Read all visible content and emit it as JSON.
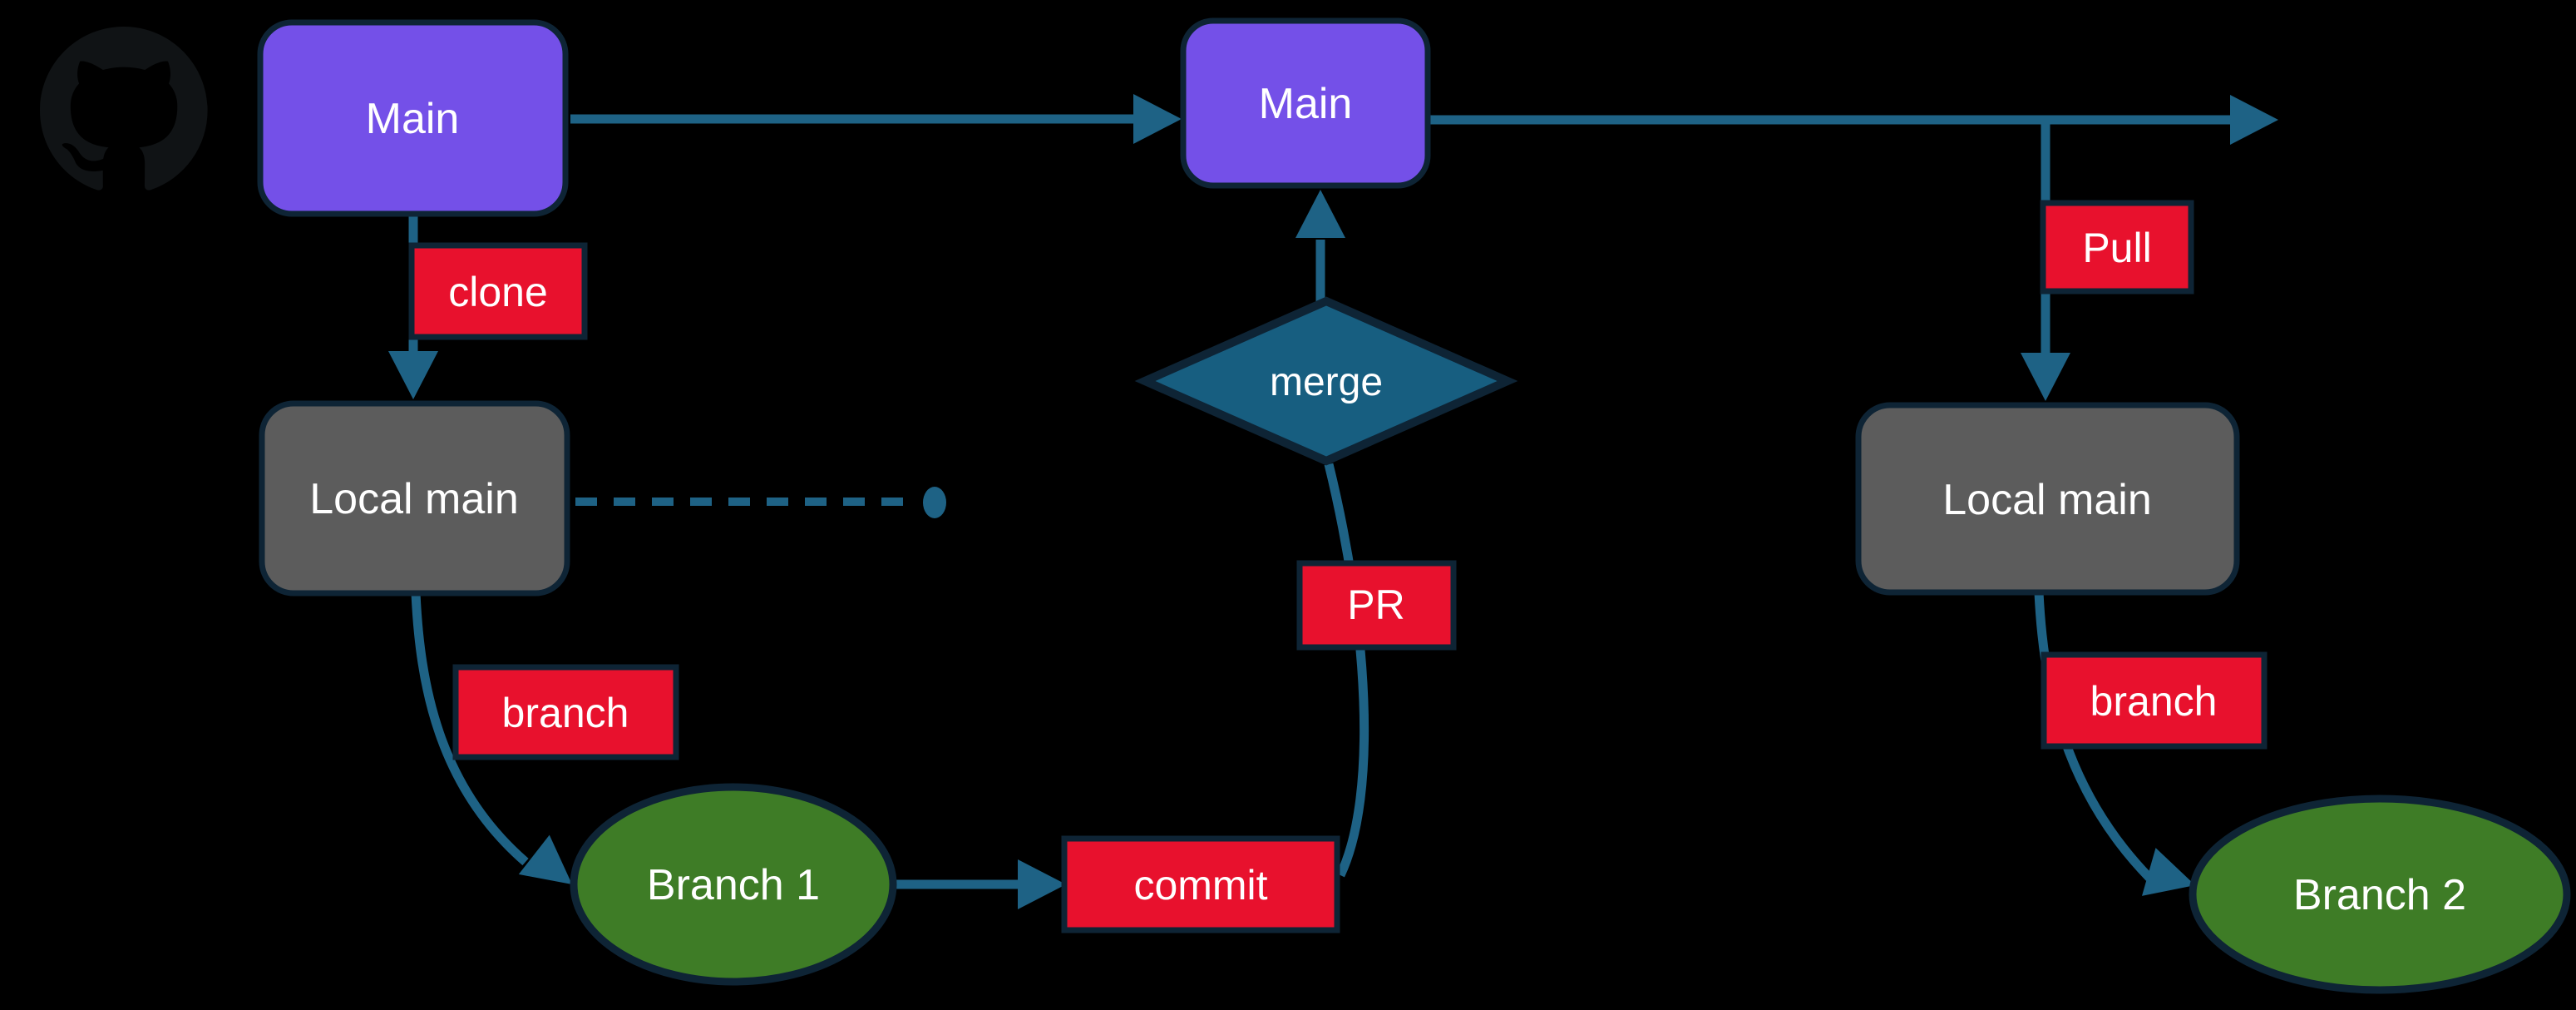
{
  "diagram": {
    "description": "GitHub branching workflow flowchart",
    "nodes": {
      "main_remote_1": {
        "label": "Main"
      },
      "main_remote_2": {
        "label": "Main"
      },
      "local_main_left": {
        "label": "Local main"
      },
      "local_main_right": {
        "label": "Local main"
      },
      "branch_1": {
        "label": "Branch 1"
      },
      "branch_2": {
        "label": "Branch 2"
      },
      "merge": {
        "label": "merge"
      }
    },
    "actions": {
      "clone": {
        "label": "clone"
      },
      "branch_left": {
        "label": "branch"
      },
      "commit": {
        "label": "commit"
      },
      "pr": {
        "label": "PR"
      },
      "pull": {
        "label": "Pull"
      },
      "branch_right": {
        "label": "branch"
      }
    },
    "icons": {
      "github_logo": "github-octocat-logo"
    }
  },
  "colors": {
    "background": "#000000",
    "remote_node": "#7450E8",
    "local_node": "#5C5C5C",
    "branch_node": "#3E7C26",
    "action_label": "#E8112D",
    "merge_node": "#175E80",
    "connector": "#1E6285",
    "outline": "#0E2435",
    "text": "#FFFFFF",
    "github_logo": "#101315"
  }
}
